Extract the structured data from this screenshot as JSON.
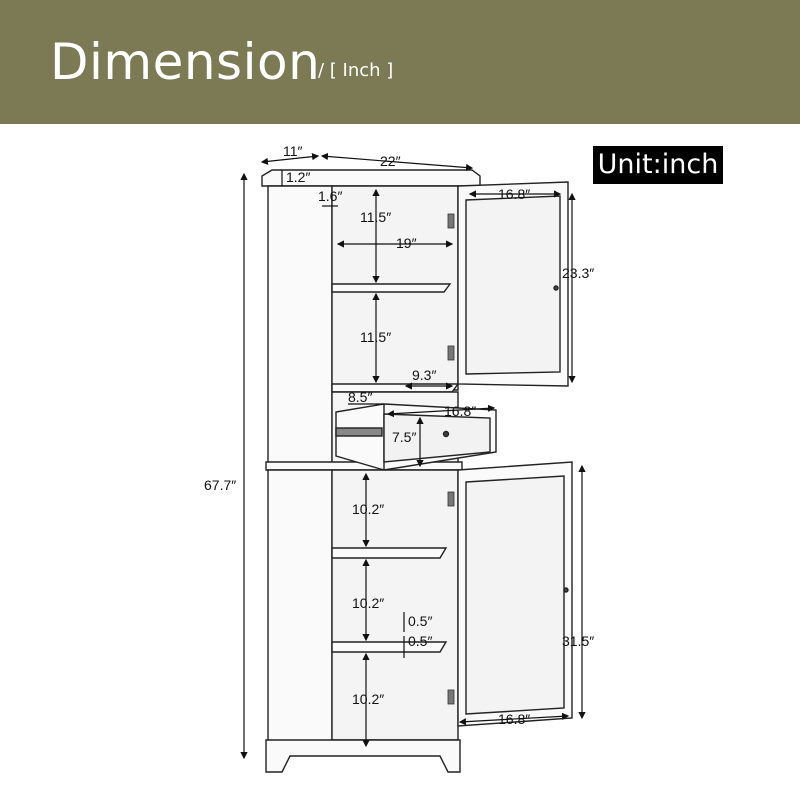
{
  "header": {
    "title": "Dimension",
    "subtitle": "/ [ Inch ]"
  },
  "unit_label": "Unit:inch",
  "colors": {
    "banner": "#7b7a55",
    "line": "#222222",
    "cabinet_fill": "#fafafa"
  },
  "dimensions": {
    "depth": "11″",
    "width": "22″",
    "top_thickness": "1.2″",
    "side_thickness": "1.6″",
    "top_shelf_height": "11.5″",
    "inner_width": "19″",
    "upper_door_width": "16.8″",
    "upper_door_height": "23.3″",
    "mid_shelf_height": "11.5″",
    "drawer_inner_depth": "9.3″",
    "drawer_depth": "8.5″",
    "drawer_width": "16.8″",
    "drawer_height": "7.5″",
    "overall_height": "67.7″",
    "lower_shelf1_height": "10.2″",
    "lower_shelf2_height": "10.2″",
    "shelf_thickness_a": "0.5″",
    "shelf_thickness_b": "0.5″",
    "lower_shelf3_height": "10.2″",
    "lower_door_height": "31.5″",
    "lower_door_width": "16.8″"
  }
}
